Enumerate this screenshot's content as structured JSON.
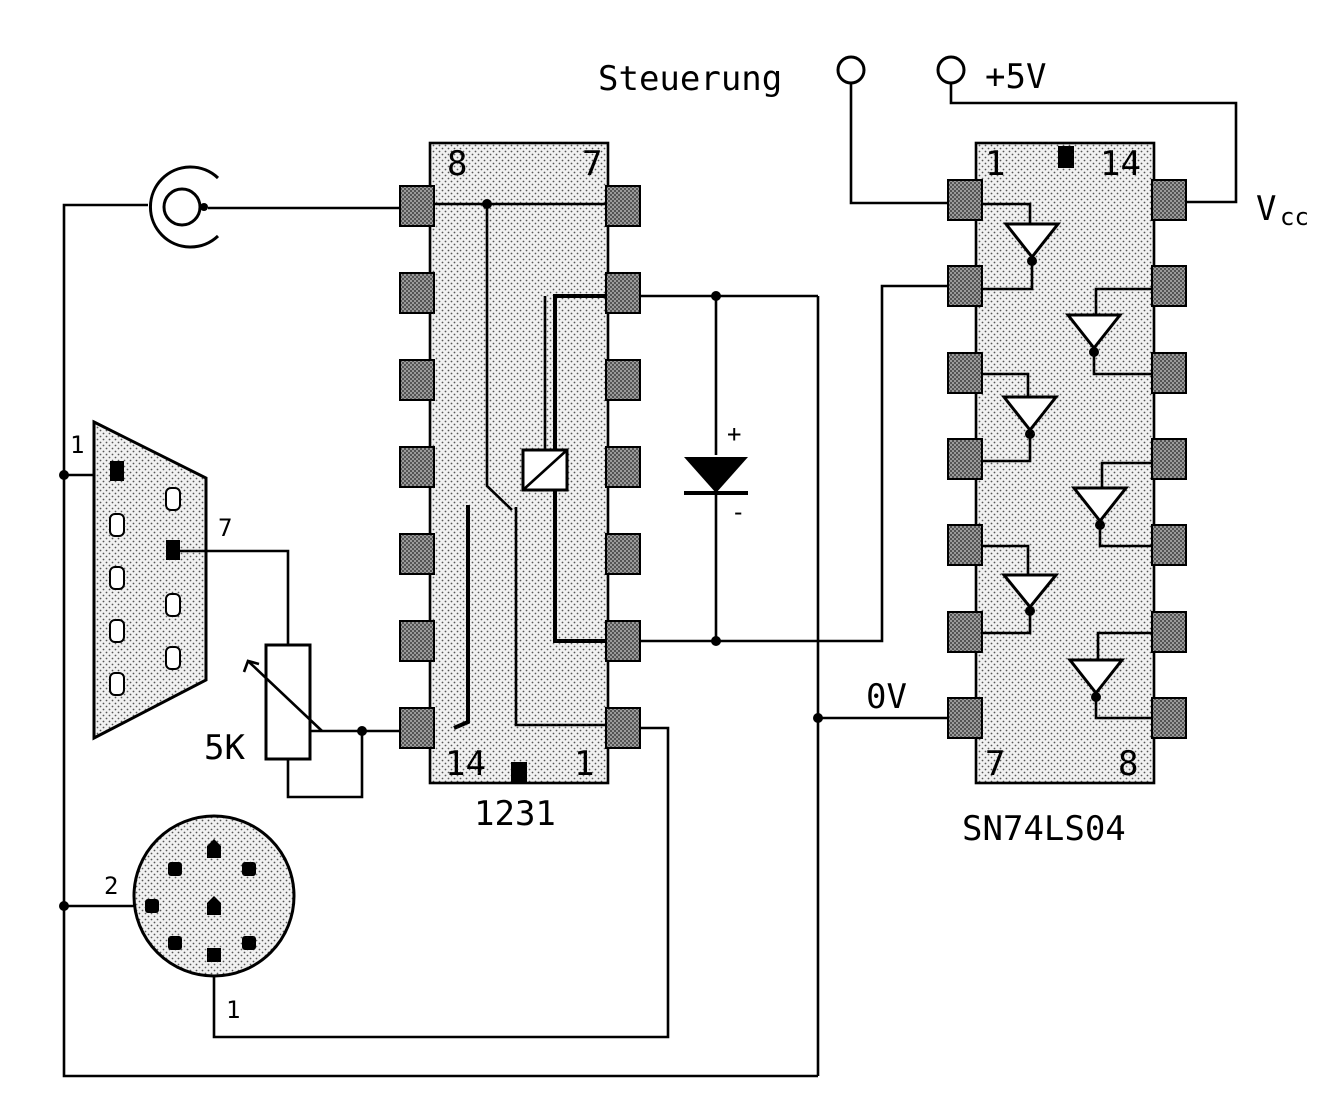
{
  "labels": {
    "steuerung": "Steuerung",
    "plus5v": "+5V",
    "vcc_main": "V",
    "vcc_sub": "cc",
    "zero_v": "0V",
    "pot_value": "5K",
    "relay_name": "1231",
    "inverter_name": "SN74LS04",
    "relay_pin_8": "8",
    "relay_pin_7": "7",
    "relay_pin_14": "14",
    "relay_pin_1": "1",
    "inv_pin_1": "1",
    "inv_pin_14": "14",
    "inv_pin_7": "7",
    "inv_pin_8": "8",
    "sub_pin_1": "1",
    "sub_pin_7": "7",
    "din_pin_2": "2",
    "din_pin_1": "1",
    "diode_plus": "+",
    "diode_minus": "-"
  },
  "colors": {
    "ink": "#000000",
    "chip_fill": "#e4e4e4",
    "pad_fill": "#8a8a8a"
  }
}
